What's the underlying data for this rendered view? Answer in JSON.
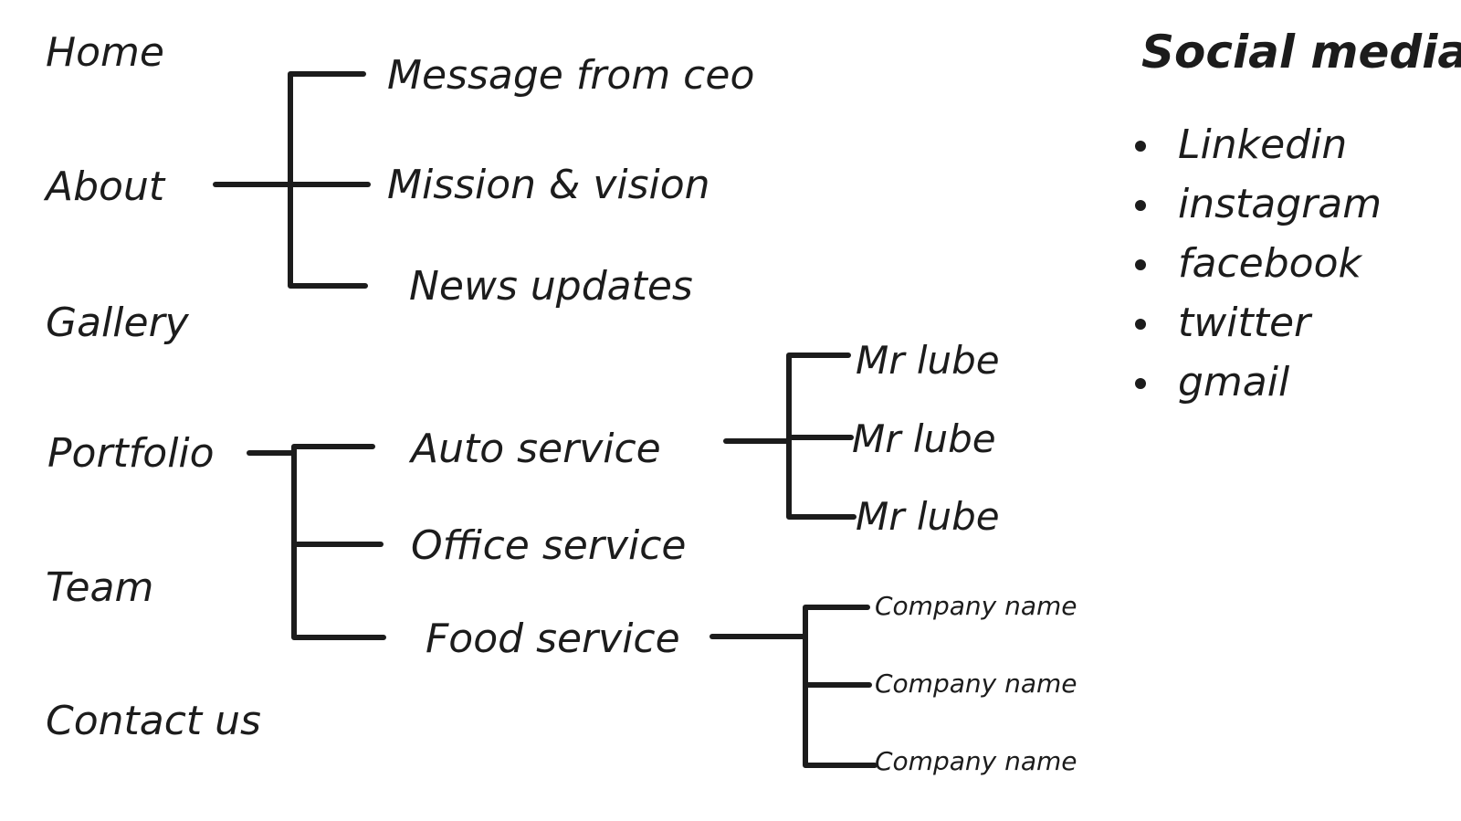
{
  "nav": {
    "home": "Home",
    "about": "About",
    "gallery": "Gallery",
    "portfolio": "Portfolio",
    "team": "Team",
    "contact": "Contact us"
  },
  "about_children": [
    "Message from ceo",
    "Mission & vision",
    "News updates"
  ],
  "portfolio_children": [
    "Auto service",
    "Office service",
    "Food service"
  ],
  "auto_children": [
    "Mr lube",
    "Mr lube",
    "Mr lube"
  ],
  "food_children": [
    "Company name",
    "Company name",
    "Company name"
  ],
  "social": {
    "title": "Social media",
    "items": [
      "Linkedin",
      "instagram",
      "facebook",
      "twitter",
      "gmail"
    ]
  },
  "colors": {
    "ink": "#1c1c1c",
    "background": "#ffffff"
  }
}
